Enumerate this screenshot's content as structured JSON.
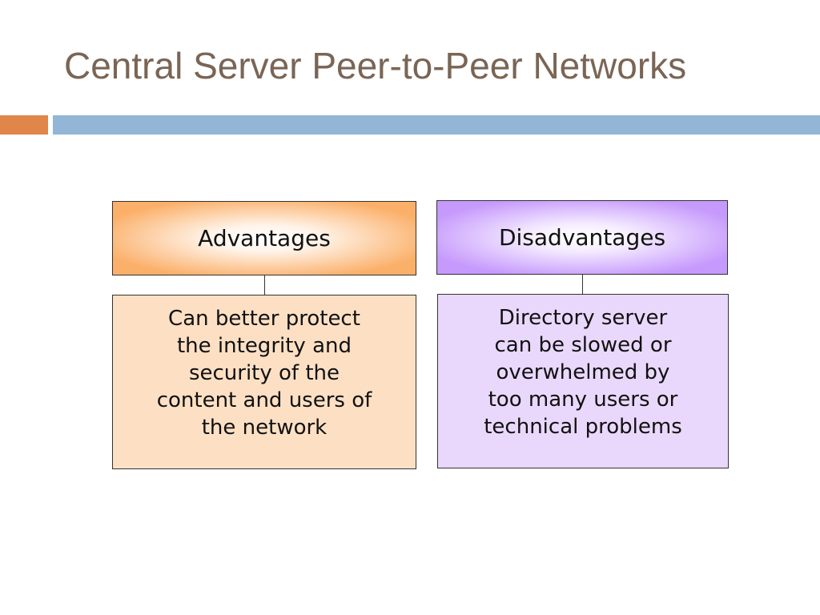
{
  "title": "Central Server Peer-to-Peer Networks",
  "colors": {
    "title": "#7a6555",
    "accent_orange": "#e0864a",
    "accent_blue": "#93b5d6",
    "advantages_header": "#fbb06a",
    "advantages_body": "#fde0c4",
    "disadvantages_header": "#c699fc",
    "disadvantages_body": "#ead8fc"
  },
  "advantages": {
    "heading": "Advantages",
    "text": "Can better protect\nthe integrity and\nsecurity of the\ncontent and users of\nthe network"
  },
  "disadvantages": {
    "heading": "Disadvantages",
    "text": "Directory server\ncan be slowed or\noverwhelmed by\ntoo many users or\ntechnical problems"
  }
}
